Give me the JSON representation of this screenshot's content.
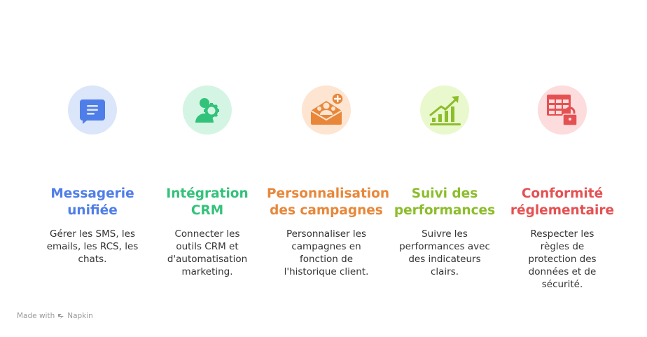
{
  "colors": {
    "blue": "#4f7ee8",
    "green": "#33c27a",
    "orange": "#e8873a",
    "lime": "#8cbd2c",
    "red": "#e55152",
    "blue_bg": "#dbe6fb",
    "green_bg": "#d5f5e4",
    "orange_bg": "#fde5d2",
    "lime_bg": "#eaf8cd",
    "red_bg": "#fcdcdc"
  },
  "items": [
    {
      "icon": "chat-message-icon",
      "title_lines": [
        "Messagerie",
        "unifiée"
      ],
      "desc_lines": [
        "Gérer les SMS, les",
        "emails, les RCS, les",
        "chats."
      ]
    },
    {
      "icon": "crm-gear-person-icon",
      "title_lines": [
        "Intégration",
        "CRM"
      ],
      "desc_lines": [
        "Connecter les",
        "outils CRM et",
        "d'automatisation",
        "marketing."
      ]
    },
    {
      "icon": "personalized-envelope-icon",
      "title_lines": [
        "Personnalisation",
        "des campagnes"
      ],
      "desc_lines": [
        "Personnaliser les",
        "campagnes en",
        "fonction de",
        "l'historique client."
      ]
    },
    {
      "icon": "growth-chart-icon",
      "title_lines": [
        "Suivi des",
        "performances"
      ],
      "desc_lines": [
        "Suivre les",
        "performances avec",
        "des indicateurs",
        "clairs."
      ]
    },
    {
      "icon": "secure-table-lock-icon",
      "title_lines": [
        "Conformité",
        "réglementaire"
      ],
      "desc_lines": [
        "Respecter les",
        "règles de",
        "protection des",
        "données et de",
        "sécurité."
      ]
    }
  ],
  "footer": {
    "made_with": "Made with",
    "brand": "Napkin"
  }
}
